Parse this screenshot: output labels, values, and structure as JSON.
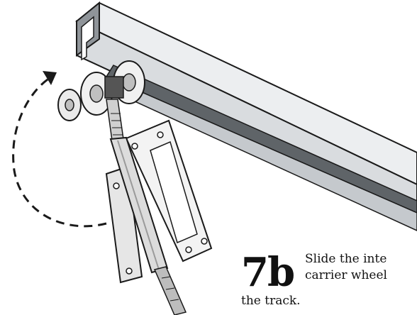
{
  "step": {
    "number": "7b",
    "caption_line1": "Slide the inte",
    "caption_line2": "carrier wheel",
    "caption_line3": "the track."
  },
  "colors": {
    "track_fill": "#d9dcdf",
    "track_dark": "#8f9499",
    "track_shadow": "#5f6468",
    "outline": "#1a1a1a",
    "background": "#ffffff"
  },
  "icons": [
    "rotation-arrow-icon",
    "wheel-icon",
    "bracket-icon"
  ]
}
